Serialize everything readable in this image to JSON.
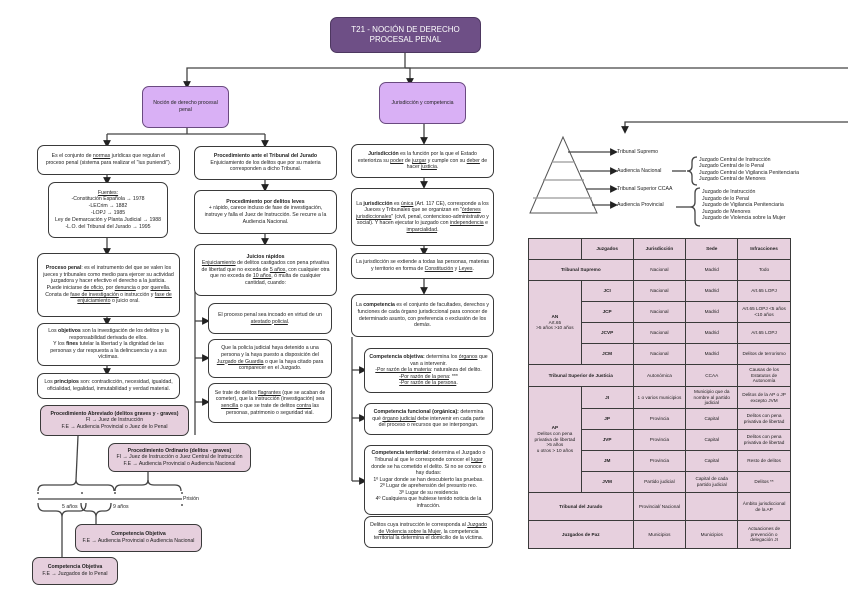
{
  "title": "T21 - NOCIÓN DE DERECHO PROCESAL PENAL",
  "branches": {
    "left": "Noción de derecho procesal penal",
    "middle": "Jurisdicción y competencia"
  },
  "left_column": {
    "definition": [
      "Es el conjunto de ",
      "normas",
      " jurídicas que regulan el proceso penal (sistema para realizar el \"ius puniendi\")."
    ],
    "fuentes_title": "Fuentes:",
    "fuentes": [
      "-Constitución Española → 1978",
      "-LECrim → 1882",
      "-LOPJ → 1985",
      "Ley de Demarcación y Planta Judicial → 1988",
      "-L.O. del Tribunal del Jurado → 1995"
    ],
    "proceso_penal": {
      "bold": "Proceso penal",
      "text": ": es el instrumento del que se valen los jueces y tribunales como medio para ejercer su actividad juzgadora y hacer efectivo el derecho a la justicia.",
      "line2_pre": "Puede iniciarse ",
      "de_oficio": "de oficio",
      "por": ", por ",
      "denuncia": "denuncia",
      "o_por": " o por ",
      "querella": "querella.",
      "line3_pre": "Consta de ",
      "fase_inv": "fase de investigación",
      "o_instr": " o instrucción y ",
      "fase_enj": "fase de enjuiciamiento",
      "juicio_oral": " o juicio oral."
    },
    "objetivos": {
      "pre": "Los ",
      "bold1": "objetivos",
      "text1": " son la investigación de los delitos y la responsabilidad derivada de ellos.",
      "pre2": "Y los ",
      "bold2": "fines",
      "text2": " tutelar la libertad y la dignidad de las personas y dar respuesta a la delincuencia y a sus víctimas."
    },
    "principios": {
      "pre": "Los ",
      "bold": "principios",
      "text": " son: contradicción, necesidad, igualdad, oficialidad, legalidad, inmutabilidad y verdad material."
    }
  },
  "procedures": {
    "abreviado": {
      "title": "Procedimiento Abreviado (delitos graves y - graves)",
      "fi": "FI → Juez de Instrucción",
      "fe": "F.E → Audiencia Provincial o Juez de lo Penal"
    },
    "ordinario": {
      "title": "Procedimiento Ordinario (delitos - graves)",
      "fi": "FI → Juez de Instrucción o Juez Central de Instrucción",
      "fe": "F.E → Audiencia Provincial o Audiencia Nacional"
    },
    "comp_obj_1": {
      "title": "Competencia Objetiva",
      "fe": "F.E → Audiencia Provincial o Audiencia Nacional"
    },
    "comp_obj_2": {
      "title": "Competencia Objetiva",
      "fe": "F.E → Juzgados de lo Penal"
    },
    "timeline": {
      "label_5": "5 años",
      "label_9": "9 años",
      "prision": "Prisión"
    }
  },
  "second_column": {
    "jurado": {
      "title": "Procedimiento ante el Tribunal del Jurado",
      "text": "Enjuiciamiento de los delitos que por su materia corresponden a dicho Tribunal."
    },
    "leves": {
      "title": "Procedimiento por delitos leves",
      "text": "+ rápido, carece incluso de fase de investigación, instruye y falla el Juez de Instrucción. Se recurre a la Audiencia Nacional."
    },
    "rapidos": {
      "title": "Juicios rápidos",
      "u1": "Enjuiciamiento",
      "t1": " de delitos castigados con pena privativa de libertad que no exceda de ",
      "u2": "5 años",
      "t2": ", con cualquier otra que no exceda de ",
      "u3": "10 años",
      "t3": ", ó multa de cualquier cantidad, cuando:"
    },
    "cond1": {
      "t1": "El proceso penal sea incoado en virtud de un ",
      "u1": "atestado policial",
      "t2": "."
    },
    "cond2": {
      "t1": "Que la policía judicial haya detenido a una persona y la haya puesto a disposición del ",
      "u1": "Juzgado de Guardia",
      "t2": " o que la haya citado para comparecer en el Juzgado."
    },
    "cond3": {
      "t1": "Se trate de delitos ",
      "u1": "flagrantes",
      "t2": " (que se acaban de cometer), que la instrucción (investigación) sea ",
      "u2": "sencilla",
      "t3": " o que se trate de delitos ",
      "u3": "contra",
      "t4": " las personas, patrimonio o seguridad vial."
    }
  },
  "middle_column": {
    "jurisdiccion": {
      "b": "Jurisdicción",
      "t1": " es la función por la que el Estado exterioriza su ",
      "u1": "poder",
      "t2": " de ",
      "u2": "juzgar",
      "t3": " y cumple con su ",
      "u3": "deber",
      "t4": " de hacer ",
      "u4": "justicia",
      "t5": "."
    },
    "unica": {
      "t0": "La ",
      "b": "jurisdicción",
      "t1": " es ",
      "u1": "única",
      "t2": " (Art. 117 CE), corresponde a los Jueces y Tribunales que se organizan en \"",
      "u2": "órdenes jurisdiccionales",
      "t3": "\" (civil, penal, contencioso-administrativo y social). Y hacen ejecutar lo juzgado con ",
      "u3": "independencia",
      "t4": " e ",
      "u4": "imparcialidad",
      "t5": "."
    },
    "extiende": {
      "t1": "La jurisdicción se extiende a todas las personas, materias y territorio en forma de ",
      "u1": "Constitución",
      "t2": " y ",
      "u2": "Leyes",
      "t3": "."
    },
    "competencia": {
      "t0": "La ",
      "b": "competencia",
      "t1": " es el conjunto de facultades, derechos y funciones de cada órgano jurisdiccional para conocer de determinado asunto, con preferencia o exclusión de los demás."
    },
    "objetiva": {
      "b": "Competencia objetiva:",
      "t1": " determina los ",
      "u1": "órganos",
      "t2": " que van a intervenir.",
      "l1": "-Por razón de la materia",
      "l1t": ": naturaleza del delito.",
      "l2": "-Por razón de la pena",
      "l2t": ": ***",
      "l3": "-Por razón de la persona",
      "l3t": "."
    },
    "funcional": {
      "b": "Competencia funcional (orgánica):",
      "t1": " determina qué ",
      "u1": "órgano judicial",
      "t2": " debe intervenir en cada parte del proceso o recursos que se interpongan."
    },
    "territorial": {
      "b": "Competencia territorial:",
      "t1": " determina el Juzgado o Tribunal al que le corresponde conocer el ",
      "u1": "lugar",
      "t2": " donde se ha cometido el delito. Si no se conoce o hay dudas:",
      "items": [
        "1º Lugar donde se han descubierto las pruebas.",
        "2º Lugar de aprehensión del presunto reo.",
        "3º Lugar de su residencia",
        "4º Cualquiera que hubiese tenido noticia de la infracción."
      ]
    },
    "violencia": {
      "t1": "Delitos cuya instrucción le corresponda al ",
      "u1": "Juzgado de Violencia sobre la Mujer",
      "t2": ", la competencia territorial la determina el domicilio de la víctima."
    }
  },
  "pyramid": {
    "levels": [
      "Tribunal Supremo",
      "Audiencia Nacional",
      "Tribunal Superior CCAA",
      "Audiencia Provincial"
    ],
    "an_juzgados": [
      "Juzgado Central de Instrucción",
      "Juzgado Central de lo Penal",
      "Juzgado Central de Vigilancia Penitenciaria",
      "Juzgado Central de Menores"
    ],
    "ap_juzgados": [
      "Juzgado de Instrucción",
      "Juzgado de lo Penal",
      "Juzgado de Vigilancia Penitenciaria",
      "Juzgado de Menores",
      "Juzgado de Violencia sobre la Mujer"
    ]
  },
  "table": {
    "headers": [
      "",
      "Juzgados",
      "Jurisdicción",
      "Sede",
      "Infracciones"
    ],
    "ts": {
      "label": "Tribunal Supremo",
      "jurisdiccion": "Nacional",
      "sede": "Madrid",
      "infracciones": "Todo"
    },
    "an": {
      "label": "AN",
      "sub1": "Art.65",
      "sub2": ">5 años >10 años",
      "rows": [
        {
          "juzgado": "JCI",
          "jurisdiccion": "Nacional",
          "sede": "Madrid",
          "infracciones": "Art.65 LOPJ"
        },
        {
          "juzgado": "JCP",
          "jurisdiccion": "Nacional",
          "sede": "Madrid",
          "infracciones": "Art.65 LOPJ <5 años <10 años"
        },
        {
          "juzgado": "JCVP",
          "jurisdiccion": "Nacional",
          "sede": "Madrid",
          "infracciones": "Art.65 LOPJ"
        },
        {
          "juzgado": "JCM",
          "jurisdiccion": "Nacional",
          "sede": "Madrid",
          "infracciones": "Delitos de terrorismo"
        }
      ]
    },
    "tsj": {
      "label": "Tribunal Superior de Justicia",
      "jurisdiccion": "Autonómica",
      "sede": "CCAA",
      "infracciones": "Causas de los Estatutos de Autonomía"
    },
    "ap": {
      "label": "AP",
      "sub1": "Delitos con pena privativa de libertad",
      "sub2": ">5 años",
      "sub3": "u otros > 10 años",
      "rows": [
        {
          "juzgado": "JI",
          "jurisdiccion": "1 o varios municipios",
          "sede": "Municipio que da nombre al partido judicial",
          "infracciones": "Delitos de la AP o JP excepto JVM"
        },
        {
          "juzgado": "JP",
          "jurisdiccion": "Provincia",
          "sede": "Capital",
          "infracciones": "Delitos con pena privativa de libertad"
        },
        {
          "juzgado": "JVP",
          "jurisdiccion": "Provincia",
          "sede": "Capital",
          "infracciones": "Delitos con pena privativa de libertad"
        },
        {
          "juzgado": "JM",
          "jurisdiccion": "Provincia",
          "sede": "Capital",
          "infracciones": "Resto de delitos"
        },
        {
          "juzgado": "JVM",
          "jurisdiccion": "Partido judicial",
          "sede": "Capital de cada partido judicial",
          "infracciones": "Delitos **"
        }
      ]
    },
    "jurado": {
      "label": "Tribunal del Jurado",
      "jurisdiccion": "Provincial/ Nacional",
      "sede": "",
      "infracciones": "Ámbito jurisdiccional de la AP"
    },
    "paz": {
      "label": "Juzgados de Paz",
      "jurisdiccion": "Municipios",
      "sede": "Municipios",
      "infracciones": "Actuaciones de prevención o delegación JI"
    }
  },
  "colors": {
    "title": "#6e4f86",
    "branch": "#d9b0f5",
    "pink": "#e6cfdd",
    "line": "#3a3a3a"
  }
}
